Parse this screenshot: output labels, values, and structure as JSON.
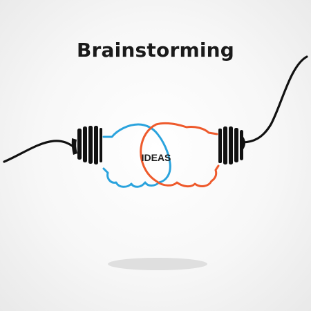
{
  "title": "Brainstorming",
  "center_label": "IDEAS",
  "colors": {
    "background": "#f5f5f5",
    "left_hand": "#2aa3dd",
    "right_hand": "#ee5a2c",
    "cable": "#111111",
    "title": "#1a1a1a"
  },
  "icons": [
    "plug-left-icon",
    "plug-right-icon",
    "left-fist-icon",
    "right-fist-icon",
    "cable-left-icon",
    "cable-right-icon",
    "shadow-ellipse"
  ]
}
